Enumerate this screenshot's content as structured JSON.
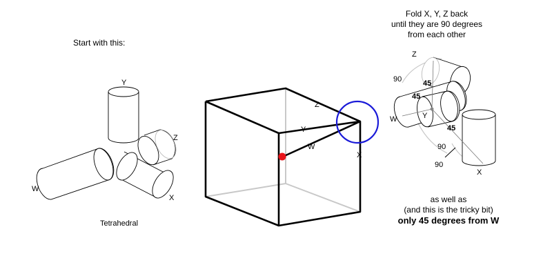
{
  "left": {
    "heading": "Start with this:",
    "caption": "Tetrahedral",
    "labels": {
      "y": "Y",
      "z": "Z",
      "w": "W",
      "x": "X"
    }
  },
  "cube": {
    "labels": {
      "z": "Z",
      "y": "Y",
      "w": "W",
      "x": "X"
    },
    "colors": {
      "circle": "#1a1ad8",
      "point": "#e8141a"
    }
  },
  "right": {
    "heading_lines": [
      "Fold X, Y, Z back",
      "until they are 90 degrees",
      "from each other"
    ],
    "labels": {
      "z": "Z",
      "w": "W",
      "y": "Y",
      "x": "X"
    },
    "angles": {
      "a90_top": "90",
      "a45_top": "45",
      "a45_left": "45",
      "a45_right": "45",
      "a90_mid": "90",
      "a90_low": "90"
    },
    "footer_lines": [
      "as well as",
      "(and this is the tricky bit)"
    ],
    "footer_bold": "only 45 degrees from W"
  }
}
